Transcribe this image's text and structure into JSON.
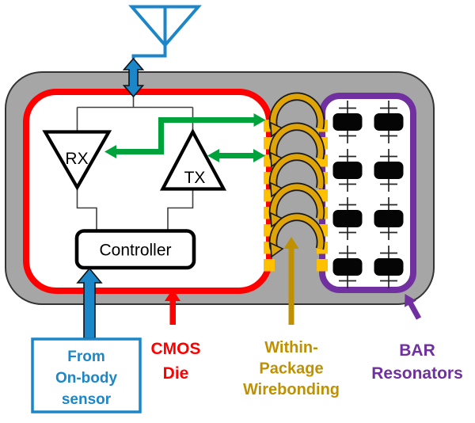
{
  "diagram": {
    "components": {
      "rx": "RX",
      "tx": "TX",
      "controller": "Controller"
    },
    "callouts": {
      "sensor": [
        "From",
        "On-body",
        "sensor"
      ],
      "cmos": [
        "CMOS",
        "Die"
      ],
      "wirebonding": [
        "Within-",
        "Package",
        "Wirebonding"
      ],
      "bar": [
        "BAR",
        "Resonators"
      ]
    },
    "counts": {
      "bar_resonators": 8,
      "resonator_rows": 4,
      "resonator_cols": 2,
      "wirebonds": 5,
      "bond_pads_per_side": 9
    },
    "colors": {
      "blue": "#1b86c8",
      "red": "#fe0000",
      "green": "#00a23c",
      "gold_wire": "#dfa407",
      "gold_pad": "#ffc000",
      "gold_text": "#bf9000",
      "purple": "#7030a0",
      "package_gray": "#a6a6a6",
      "wire_gray": "#3f3f3f"
    },
    "icons": [
      "antenna-icon",
      "up-down-arrow-icon",
      "up-arrow-icon",
      "wirebond-arc-icon"
    ]
  }
}
